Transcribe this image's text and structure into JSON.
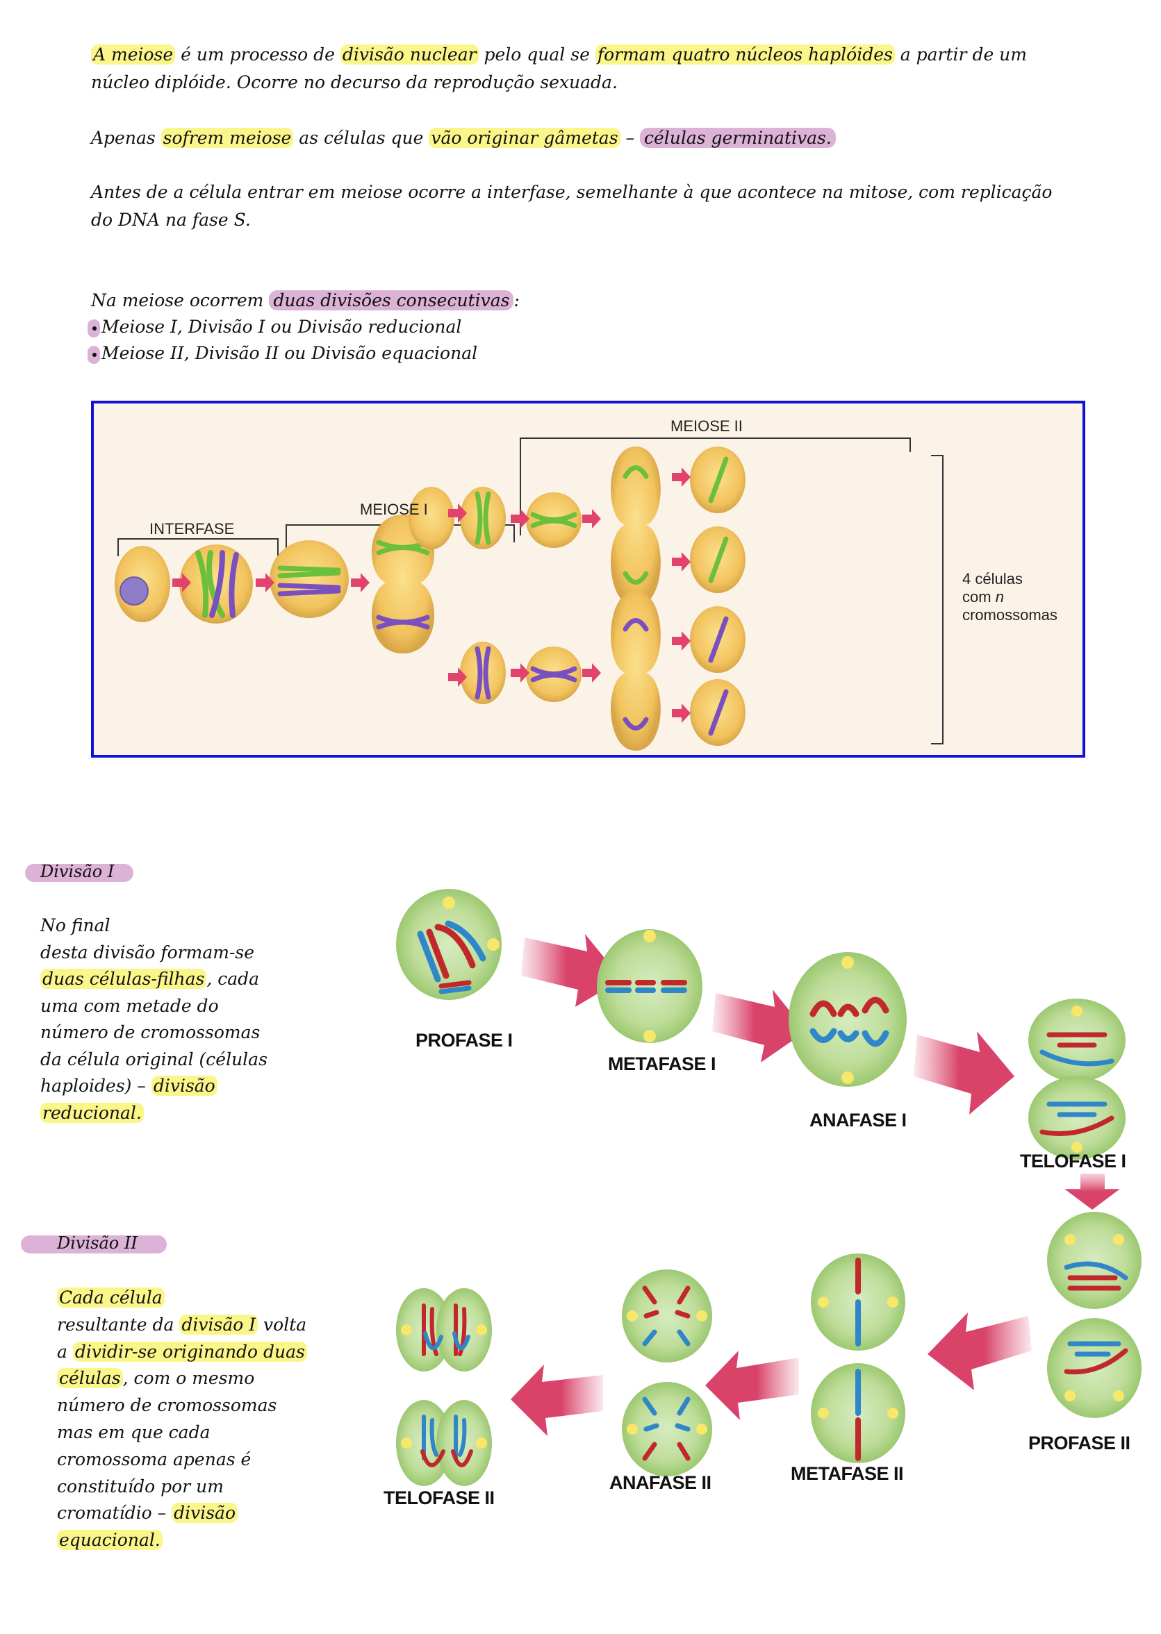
{
  "intro": {
    "p1_line1": [
      {
        "t": "A meiose",
        "h": "y"
      },
      {
        "t": " é um processo de ",
        "h": ""
      },
      {
        "t": "divisão nuclear",
        "h": "y"
      },
      {
        "t": " pelo qual se ",
        "h": ""
      },
      {
        "t": "formam quatro núcleos haplóides",
        "h": "y"
      },
      {
        "t": " a partir de um",
        "h": ""
      }
    ],
    "p1_line2": "núcleo diplóide. Ocorre no decurso da reprodução sexuada.",
    "p2": [
      {
        "t": "Apenas ",
        "h": ""
      },
      {
        "t": "sofrem meiose",
        "h": "y"
      },
      {
        "t": " as células que ",
        "h": ""
      },
      {
        "t": "vão originar gâmetas",
        "h": "y"
      },
      {
        "t": " – ",
        "h": ""
      },
      {
        "t": "células germinativas.",
        "h": "p"
      }
    ],
    "p3_line1": "Antes de a célula entrar em meiose ocorre a interfase, semelhante à que acontece na mitose, com replicação",
    "p3_line2": "do DNA na fase S.",
    "p4_prefix": "Na meiose ocorrem ",
    "p4_highlight": "duas divisões consecutivas",
    "p4_suffix": ":",
    "bullets": [
      "Meiose I, Divisão I ou Divisão reducional",
      "Meiose II, Divisão II ou Divisão equacional"
    ]
  },
  "diagram_overview": {
    "labels": {
      "interfase": "INTERFASE",
      "meiose1": "MEIOSE I",
      "meiose2": "MEIOSE II",
      "result_line1": "4 células",
      "result_line2_prefix": "com ",
      "result_line2_italic": "n",
      "result_line3": "cromossomas"
    },
    "colors": {
      "border": "#1010d8",
      "cell": "#f2c460",
      "chrom_green": "#6bbf3a",
      "chrom_purple": "#7a4fbf",
      "arrow": "#e2426e"
    }
  },
  "division1": {
    "title": "Divisão I",
    "text": [
      [
        {
          "t": "No final",
          "h": ""
        }
      ],
      [
        {
          "t": "desta divisão formam-se",
          "h": ""
        }
      ],
      [
        {
          "t": "duas células-filhas",
          "h": "y"
        },
        {
          "t": ", cada",
          "h": ""
        }
      ],
      [
        {
          "t": "uma com metade do",
          "h": ""
        }
      ],
      [
        {
          "t": "número de cromossomas",
          "h": ""
        }
      ],
      [
        {
          "t": "da célula original (células",
          "h": ""
        }
      ],
      [
        {
          "t": "haploides) – ",
          "h": ""
        },
        {
          "t": "divisão",
          "h": "y"
        }
      ],
      [
        {
          "t": "reducional.",
          "h": "y"
        }
      ]
    ],
    "phases": [
      "PROFASE I",
      "METAFASE I",
      "ANAFASE I",
      "TELOFASE I"
    ]
  },
  "division2": {
    "title": "Divisão II",
    "text": [
      [
        {
          "t": "Cada célula",
          "h": "y"
        }
      ],
      [
        {
          "t": "resultante da ",
          "h": ""
        },
        {
          "t": "divisão I",
          "h": "y"
        },
        {
          "t": " volta",
          "h": ""
        }
      ],
      [
        {
          "t": "a ",
          "h": ""
        },
        {
          "t": "dividir-se originando duas",
          "h": "y"
        }
      ],
      [
        {
          "t": "células",
          "h": "y"
        },
        {
          "t": ", com o mesmo",
          "h": ""
        }
      ],
      [
        {
          "t": "número de cromossomas",
          "h": ""
        }
      ],
      [
        {
          "t": "mas em que cada",
          "h": ""
        }
      ],
      [
        {
          "t": "cromossoma apenas é",
          "h": ""
        }
      ],
      [
        {
          "t": "constituído por um",
          "h": ""
        }
      ],
      [
        {
          "t": "cromatídio – ",
          "h": ""
        },
        {
          "t": "divisão",
          "h": "y"
        }
      ],
      [
        {
          "t": "equacional.",
          "h": "y"
        }
      ]
    ],
    "phases": [
      "PROFASE II",
      "METAFASE II",
      "ANAFASE II",
      "TELOFASE II"
    ]
  },
  "colors": {
    "highlight_yellow": "#fbf68a",
    "highlight_pink": "#dcb2d6",
    "cell_green": "#b5d98a",
    "chrom_red": "#c0282c",
    "chrom_blue": "#2f86c8",
    "arrow_red": "#d9436a"
  }
}
